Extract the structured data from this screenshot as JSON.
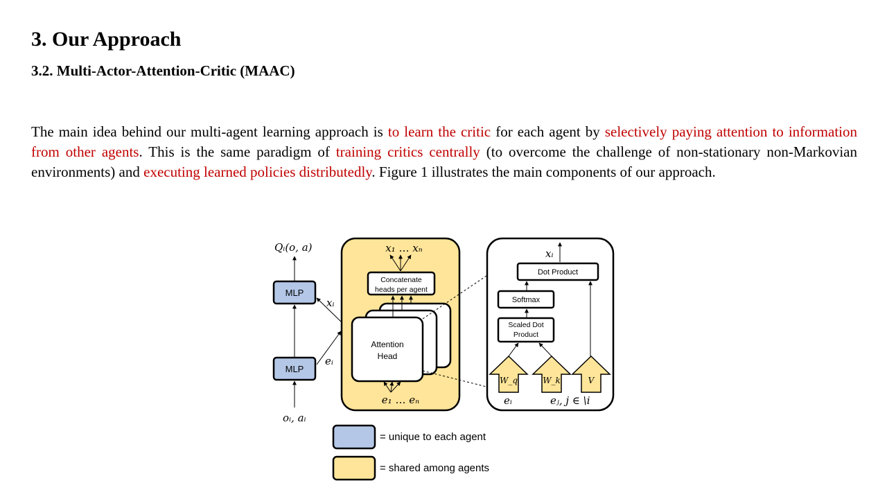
{
  "section_title": "3. Our Approach",
  "subsection_title": "3.2. Multi-Actor-Attention-Critic (MAAC)",
  "paragraph": [
    {
      "text": "The main idea behind our multi-agent learning approach is ",
      "highlight": false
    },
    {
      "text": "to learn the critic",
      "highlight": true
    },
    {
      "text": " for each agent by ",
      "highlight": false
    },
    {
      "text": "selectively paying attention to information from other agents",
      "highlight": true
    },
    {
      "text": ". This is the same paradigm of ",
      "highlight": false
    },
    {
      "text": "training critics centrally",
      "highlight": true
    },
    {
      "text": " (to overcome the challenge of non-stationary non-Markovian environments) and ",
      "highlight": false
    },
    {
      "text": "executing learned policies distributedly",
      "highlight": true
    },
    {
      "text": ". Figure 1 illustrates the main components of our approach.",
      "highlight": false
    }
  ],
  "colors": {
    "text": "#000000",
    "highlight": "#c00000",
    "unique_fill": "#b4c7e7",
    "shared_fill": "#ffe599"
  },
  "figure": {
    "q_label": "Qᵢ(o, a)",
    "mlp_top": "MLP",
    "mlp_bottom": "MLP",
    "x_i_left": "xᵢ",
    "e_i_left": "eᵢ",
    "o_a_label": "oᵢ, aᵢ",
    "outputs_label": "x₁ … xₙ",
    "concat_line1": "Concatenate",
    "concat_line2": "heads per agent",
    "attention_line1": "Attention",
    "attention_line2": "Head",
    "inputs_label": "e₁ … eₙ",
    "x_i_right": "xᵢ",
    "dot_product": "Dot Product",
    "softmax": "Softmax",
    "scaled_line1": "Scaled Dot",
    "scaled_line2": "Product",
    "wq": "W_q",
    "wk": "W_k",
    "v": "V",
    "e_i_right": "eᵢ",
    "e_j_label": "eⱼ, j ∈ \\i",
    "legend_unique": "= unique to each agent",
    "legend_shared": "= shared among agents"
  }
}
